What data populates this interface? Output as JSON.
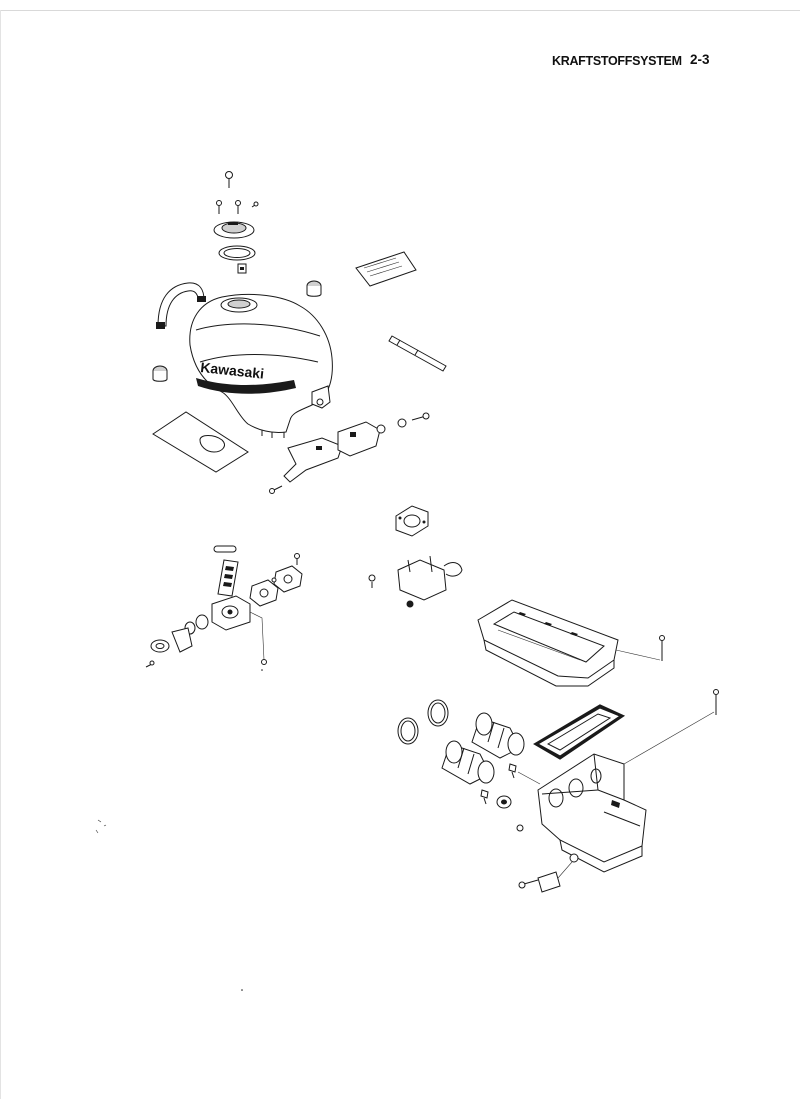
{
  "header": {
    "section_title": "KRAFTSTOFFSYSTEM",
    "page_number": "2-3"
  },
  "diagram": {
    "tank_brand_label": "Kawasaki"
  }
}
